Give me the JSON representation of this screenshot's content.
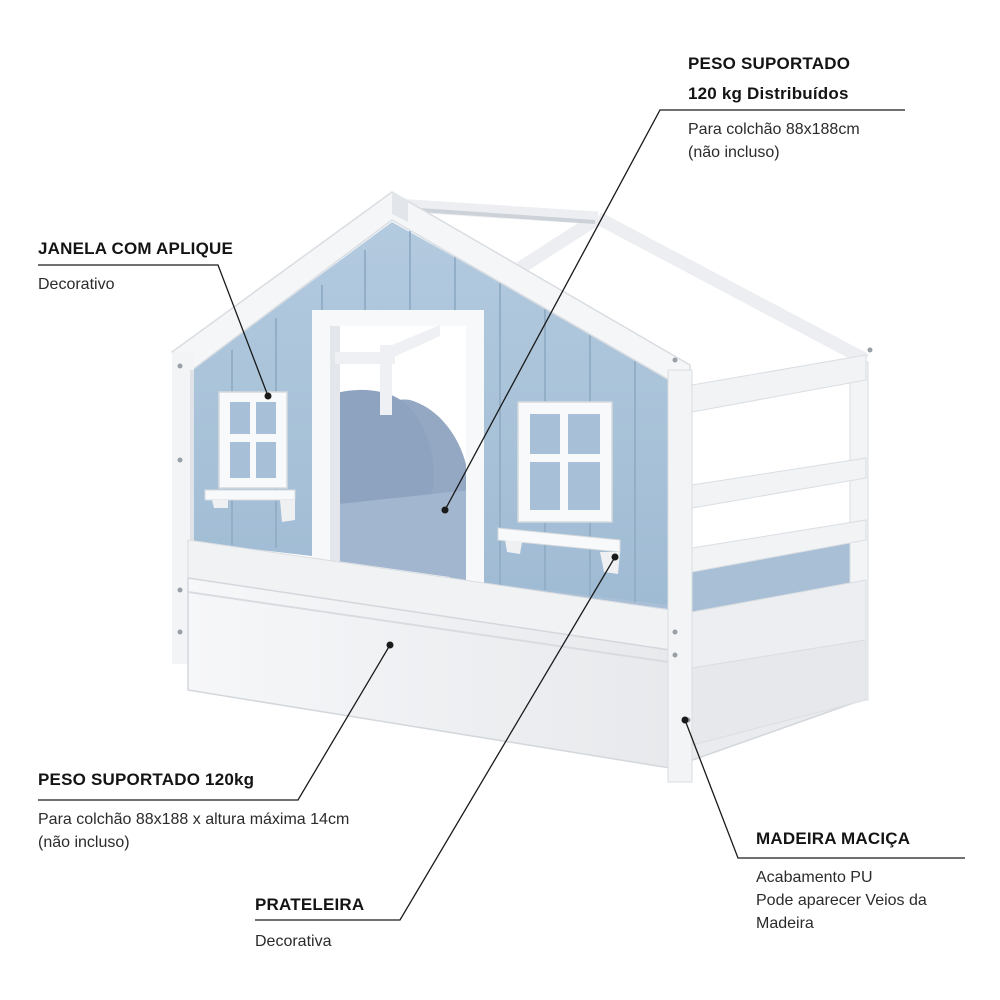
{
  "colors": {
    "background": "#ffffff",
    "wood_white": "#f4f5f7",
    "wall_blue": "#a9c3d9",
    "bedding_blue": "#95a9c4",
    "leader_line": "#1a1a1a"
  },
  "callouts": {
    "peso_top": {
      "title_line1": "PESO SUPORTADO",
      "title_line2": "120 kg Distribuídos",
      "desc_line1": "Para colchão 88x188cm",
      "desc_line2": "(não incluso)"
    },
    "janela": {
      "title": "JANELA COM APLIQUE",
      "desc": "Decorativo"
    },
    "peso_bottom": {
      "title": "PESO SUPORTADO 120kg",
      "desc_line1": "Para colchão 88x188 x altura máxima 14cm",
      "desc_line2": "(não incluso)"
    },
    "madeira": {
      "title": "MADEIRA MACIÇA",
      "desc_line1": "Acabamento PU",
      "desc_line2": "Pode aparecer Veios da",
      "desc_line3": "Madeira"
    },
    "prateleira": {
      "title": "PRATELEIRA",
      "desc": "Decorativa"
    }
  }
}
